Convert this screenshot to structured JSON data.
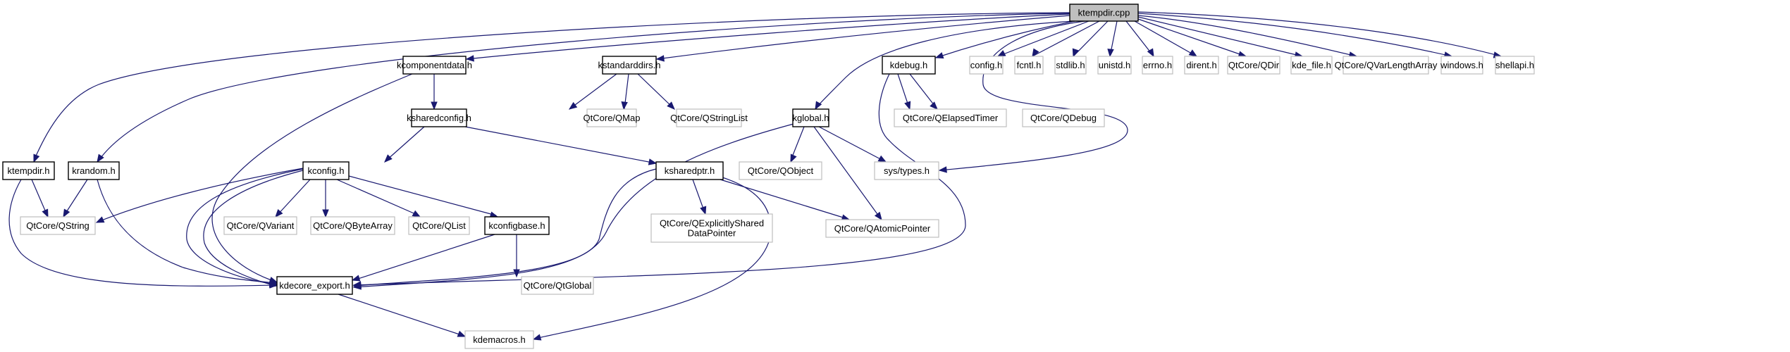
{
  "diagram": {
    "title": "ktempdir.cpp include dependency graph",
    "colors": {
      "edge": "#191970",
      "root_fill": "#bfbfbf",
      "project_border": "#000000",
      "external_border": "#bfbfbf"
    },
    "nodes": {
      "root": "ktempdir.cpp",
      "kcomponentdata": "kcomponentdata.h",
      "kstandarddirs": "kstandarddirs.h",
      "kdebug": "kdebug.h",
      "config": "config.h",
      "fcntl": "fcntl.h",
      "stdlib": "stdlib.h",
      "unistd": "unistd.h",
      "errno": "errno.h",
      "dirent": "dirent.h",
      "qdir": "QtCore/QDir",
      "kde_file": "kde_file.h",
      "qvarlengtharray": "QtCore/QVarLengthArray",
      "windows": "windows.h",
      "shellapi": "shellapi.h",
      "ksharedconfig": "ksharedconfig.h",
      "qmap": "QtCore/QMap",
      "qstringlist": "QtCore/QStringList",
      "kglobal": "kglobal.h",
      "qelapsedtimer": "QtCore/QElapsedTimer",
      "qdebug": "QtCore/QDebug",
      "ktempdir_h": "ktempdir.h",
      "krandom": "krandom.h",
      "kconfig": "kconfig.h",
      "ksharedptr": "ksharedptr.h",
      "qobject": "QtCore/QObject",
      "systypes": "sys/types.h",
      "qstring": "QtCore/QString",
      "qvariant": "QtCore/QVariant",
      "qbytearray": "QtCore/QByteArray",
      "qlist": "QtCore/QList",
      "kconfigbase": "kconfigbase.h",
      "qexplicitly_line1": "QtCore/QExplicitlyShared",
      "qexplicitly_line2": "DataPointer",
      "qatomicpointer": "QtCore/QAtomicPointer",
      "kdecore_export": "kdecore_export.h",
      "qtglobal": "QtCore/QtGlobal",
      "kdemacros": "kdemacros.h"
    }
  }
}
